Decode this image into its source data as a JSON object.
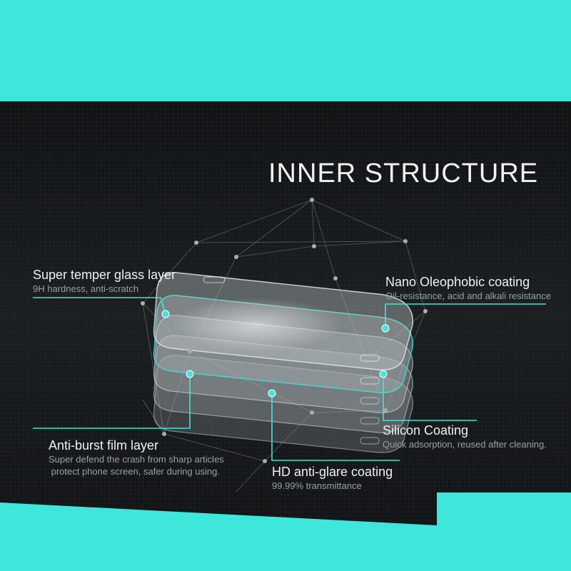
{
  "heading": "INNER STRUCTURE",
  "colors": {
    "accent": "#3fe6dc",
    "panel": "#171a1c",
    "text": "#f0f0f0",
    "subtext": "#9aa0a2"
  },
  "layers": [
    {
      "title": "Super temper glass layer",
      "desc": [
        "9H hardness, anti-scratch"
      ]
    },
    {
      "title": "Nano Oleophobic coating",
      "desc": [
        "Oil-resistance, acid and alkali resistance"
      ]
    },
    {
      "title": "Silicon Coating",
      "desc": [
        "Quick adsorption, reused after cleaning."
      ]
    },
    {
      "title": "Anti-burst film layer",
      "desc": [
        "Super defend the crash from sharp articles",
        " protect phone screen, safer during using."
      ]
    },
    {
      "title": "HD anti-glare coating",
      "desc": [
        "99.99% transmittance"
      ]
    }
  ]
}
